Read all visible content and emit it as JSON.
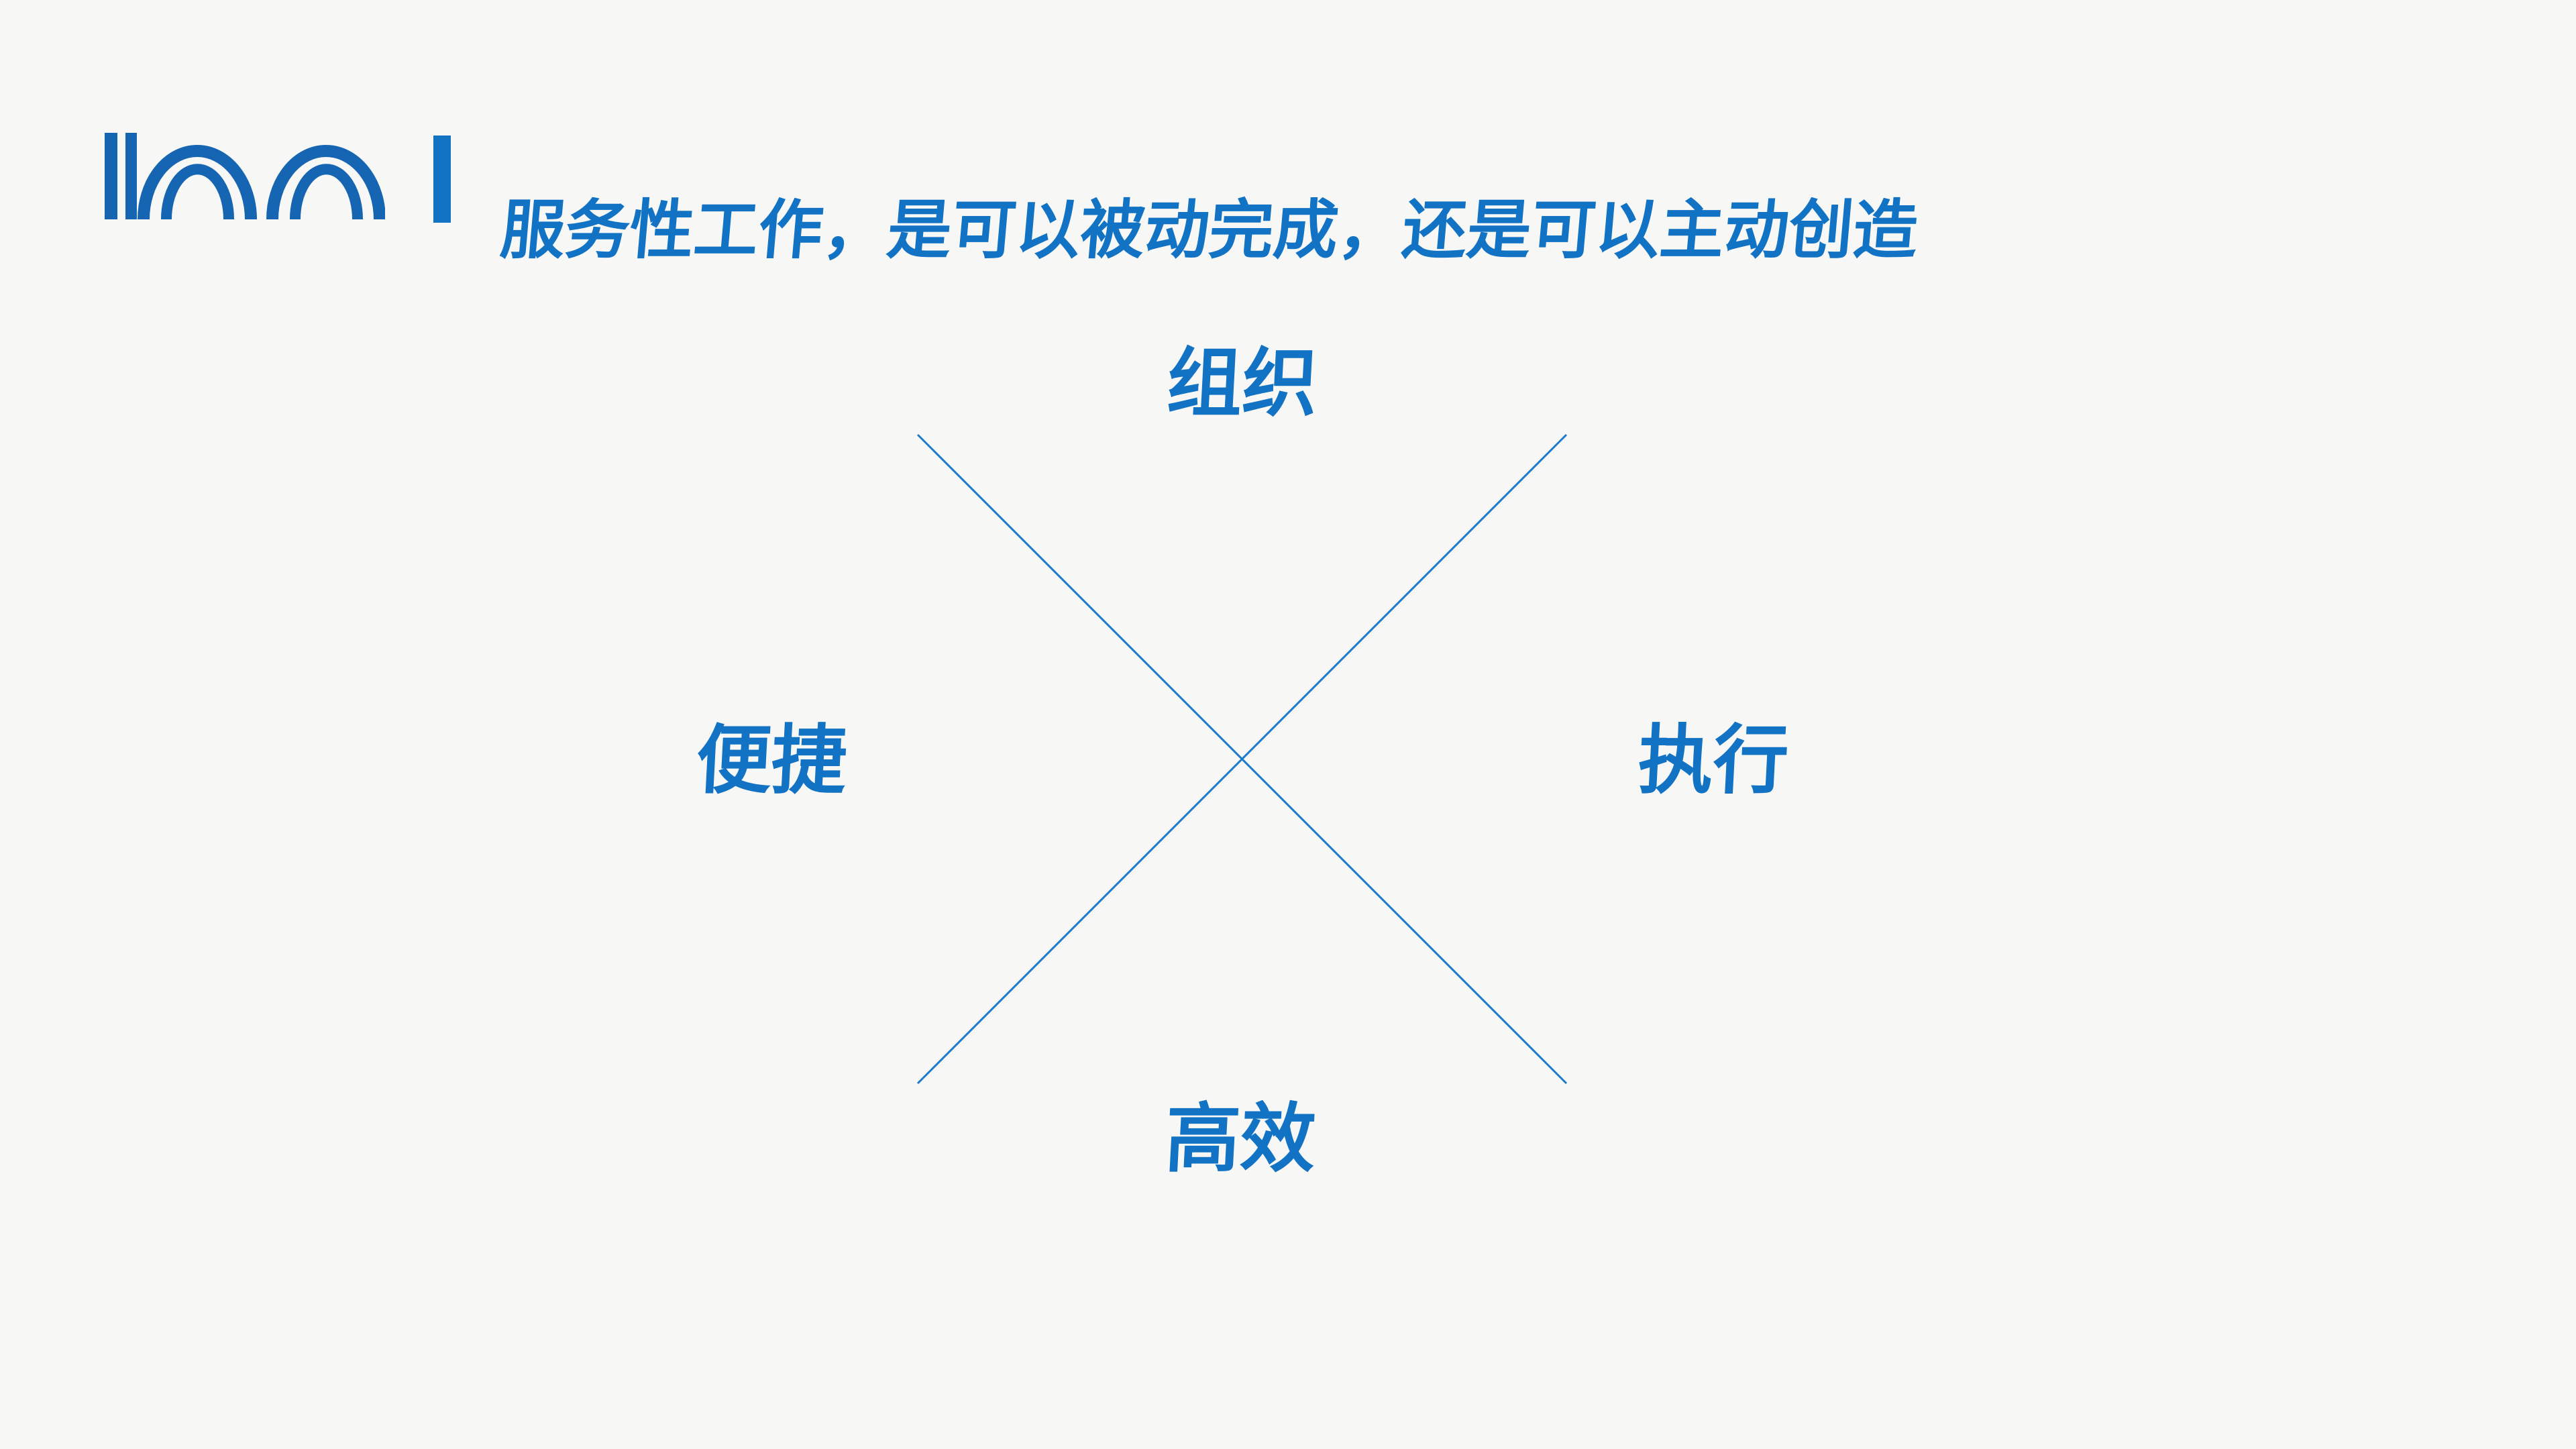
{
  "colors": {
    "background": "#F7F7F6",
    "logo": "#1565B2",
    "accent": "#1273C4",
    "cross_line": "#1C7BC9"
  },
  "header": {
    "logo_name": "double-arches-logo",
    "title": "服务性工作，是可以被动完成，还是可以主动创造"
  },
  "diagram": {
    "type": "x-cross",
    "line_count": 2,
    "labels": {
      "top": "组织",
      "left": "便捷",
      "right": "执行",
      "bottom": "高效"
    }
  }
}
